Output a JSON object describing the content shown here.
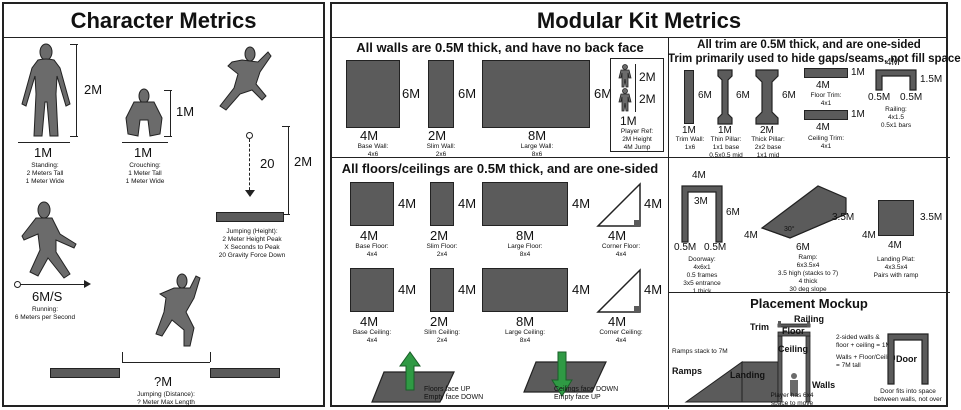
{
  "character": {
    "title": "Character Metrics",
    "standing": {
      "height": "2M",
      "width": "1M",
      "caption": "Standing:\n2 Meters Tall\n1 Meter Wide"
    },
    "crouching": {
      "height": "1M",
      "width": "1M",
      "caption": "Crouching:\n1 Meter Tall\n1 Meter Wide"
    },
    "jump_height": {
      "arrow_label": "20",
      "height": "2M",
      "caption": "Jumping (Height):\n2 Meter Height Peak\nX Seconds to Peak\n20 Gravity Force Down"
    },
    "running": {
      "speed": "6M/S",
      "caption": "Running:\n6 Meters per Second"
    },
    "jump_distance": {
      "length": "?M",
      "caption": "Jumping (Distance):\n? Meter Max Length"
    }
  },
  "modular": {
    "title": "Modular Kit Metrics",
    "walls": {
      "heading": "All walls are 0.5M thick, and have no back face",
      "items": [
        {
          "w": "4M",
          "h": "6M",
          "caption": "Base Wall:\n4x6"
        },
        {
          "w": "2M",
          "h": "6M",
          "caption": "Slim Wall:\n2x6"
        },
        {
          "w": "8M",
          "h": "6M",
          "caption": "Large Wall:\n8x6"
        }
      ],
      "player_ref": {
        "d1": "2M",
        "d2": "2M",
        "w": "1M",
        "caption": "Player Ref:\n2M Height\n4M Jump"
      }
    },
    "trim": {
      "heading1": "All trim are 0.5M thick, and are one-sided",
      "heading2": "Trim primarily used to hide gaps/seams, not fill space",
      "items": [
        {
          "w": "1M",
          "h": "6M",
          "caption": "Trim Wall:\n1x6"
        },
        {
          "w": "1M",
          "h": "6M",
          "caption": "Thin Pillar:\n1x1 base\n0.5x0.5 mid"
        },
        {
          "w": "2M",
          "h": "6M",
          "caption": "Thick Pillar:\n2x2 base\n1x1 mid"
        }
      ],
      "floor_trim": {
        "w": "4M",
        "h": "1M",
        "caption": "Floor Trim:\n4x1"
      },
      "ceiling_trim": {
        "w": "4M",
        "h": "1M",
        "caption": "Ceiling Trim:\n4x1"
      },
      "railing": {
        "w": "4M",
        "h": "1.5M",
        "leg1": "0.5M",
        "leg2": "0.5M",
        "caption": "Railing:\n4x1.5\n0.5x1 bars"
      }
    },
    "floors": {
      "heading": "All floors/ceilings are 0.5M thick, and are one-sided",
      "floor_items": [
        {
          "w": "4M",
          "h": "4M",
          "caption": "Base Floor:\n4x4"
        },
        {
          "w": "2M",
          "h": "4M",
          "caption": "Slim Floor:\n2x4"
        },
        {
          "w": "8M",
          "h": "4M",
          "caption": "Large Floor:\n8x4"
        },
        {
          "w": "4M",
          "h": "4M",
          "caption": "Corner Floor:\n4x4"
        }
      ],
      "ceiling_items": [
        {
          "w": "4M",
          "h": "4M",
          "caption": "Base Ceiling:\n4x4"
        },
        {
          "w": "2M",
          "h": "4M",
          "caption": "Slim Ceiling:\n2x4"
        },
        {
          "w": "8M",
          "h": "4M",
          "caption": "Large Ceiling:\n8x4"
        },
        {
          "w": "4M",
          "h": "4M",
          "caption": "Corner Ceiling:\n4x4"
        }
      ],
      "floor_note": "Floors face UP\nEmpty face DOWN",
      "ceiling_note": "Ceilings face DOWN\nEmpty face UP"
    },
    "doorway": {
      "top": "4M",
      "inner": "3M",
      "h": "6M",
      "leg1": "0.5M",
      "leg2": "0.5M",
      "caption": "Doorway:\n4x6x1\n0.5 frames\n3x5 entrance\n1 thick"
    },
    "ramp": {
      "w": "6M",
      "d": "4M",
      "h": "3.5M",
      "angle": "30°",
      "caption": "Ramp:\n6x3.5x4\n3.5 high (stacks to 7)\n4 thick\n30 deg slope"
    },
    "landing": {
      "h": "3.5M",
      "w": "4M",
      "d": "4M",
      "caption": "Landing Plat:\n4x3.5x4\nPairs with ramp"
    },
    "mockup": {
      "title": "Placement Mockup",
      "labels": {
        "trim": "Trim",
        "floor": "Floor",
        "railing": "Railing",
        "ceiling": "Ceiling",
        "ramps": "Ramps",
        "landing": "Landing",
        "walls": "Walls",
        "door": "Door"
      },
      "notes": {
        "ramps_stack": "Ramps stack to 7M",
        "two_sided": "2-sided walls &\nfloor + ceiling = 1M",
        "walls_total": "Walls + Floor/Ceiling\n= 7M tall",
        "player_space": "Player has 6x4\nspace to move",
        "door_fit": "Door fits into space\nbetween walls, not over"
      }
    }
  }
}
